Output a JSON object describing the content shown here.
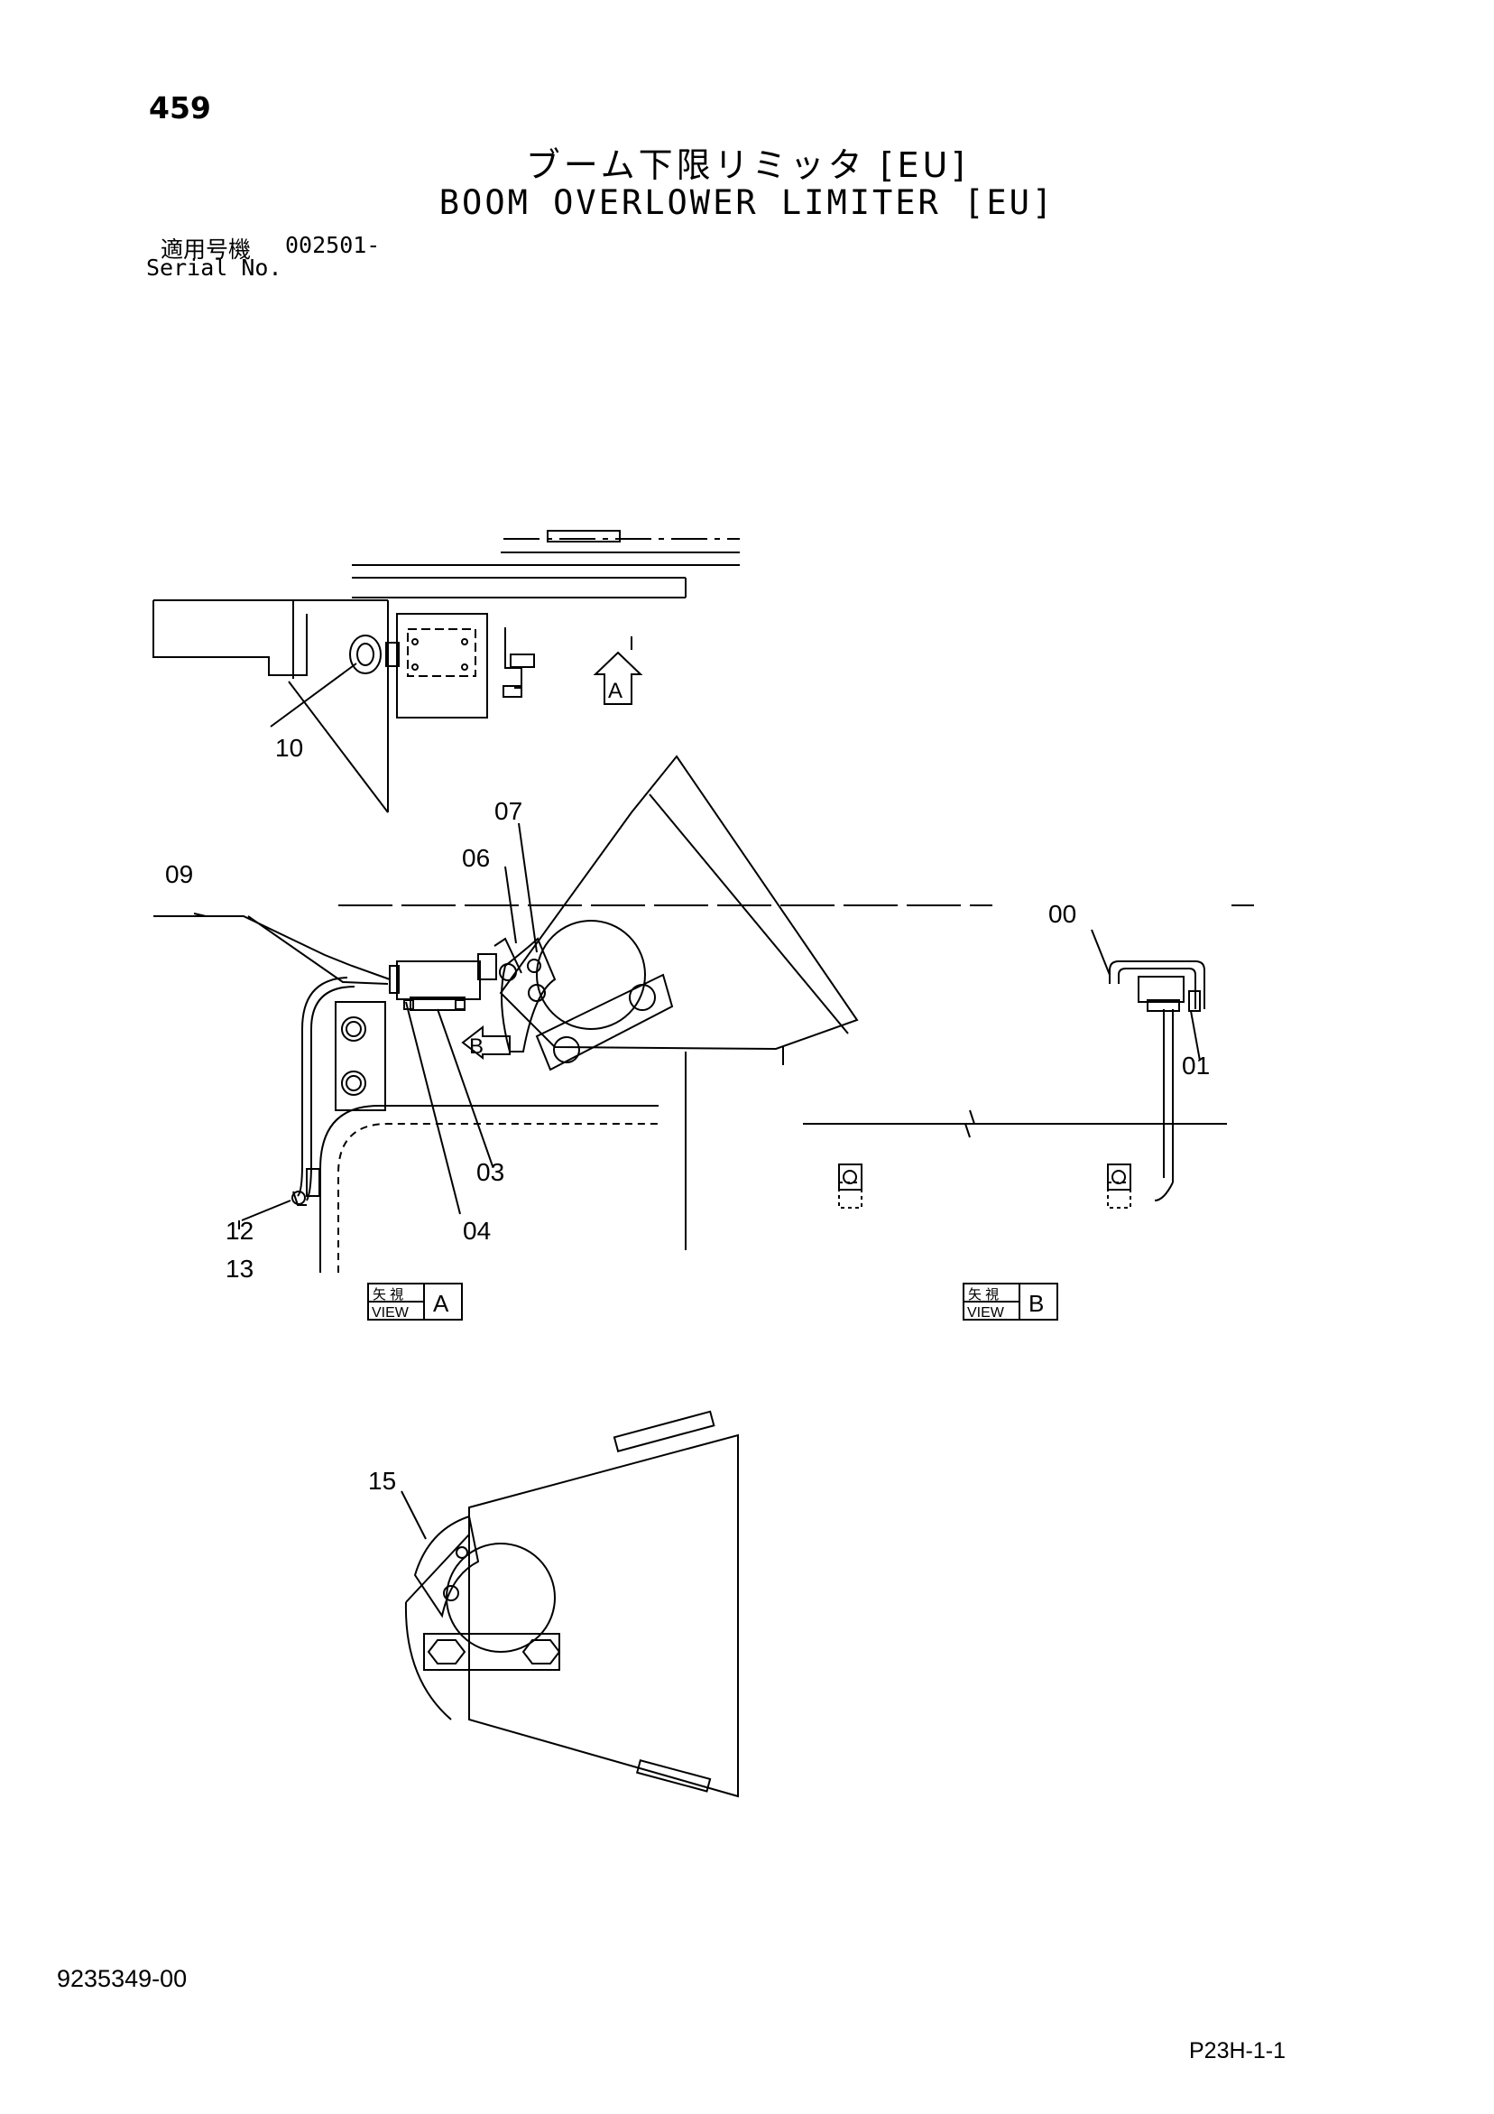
{
  "header": {
    "page_number": "459",
    "title_jp": "ブーム下限リミッタ [EU]",
    "title_en": "BOOM OVERLOWER LIMITER [EU]",
    "serial_label_jp": "適用号機",
    "serial_number": "002501-",
    "serial_label_en": "Serial No."
  },
  "callouts": {
    "c00": "00",
    "c01": "01",
    "c03": "03",
    "c04": "04",
    "c06": "06",
    "c07": "07",
    "c09": "09",
    "c10": "10",
    "c12": "12",
    "c13": "13",
    "c15": "15"
  },
  "view_markers": {
    "arrow_a": "A",
    "arrow_b": "B",
    "view_a": {
      "jp": "矢 視",
      "en": "VIEW",
      "letter": "A"
    },
    "view_b": {
      "jp": "矢 視",
      "en": "VIEW",
      "letter": "B"
    }
  },
  "footer": {
    "doc_number": "9235349-00",
    "page_code": "P23H-1-1"
  }
}
